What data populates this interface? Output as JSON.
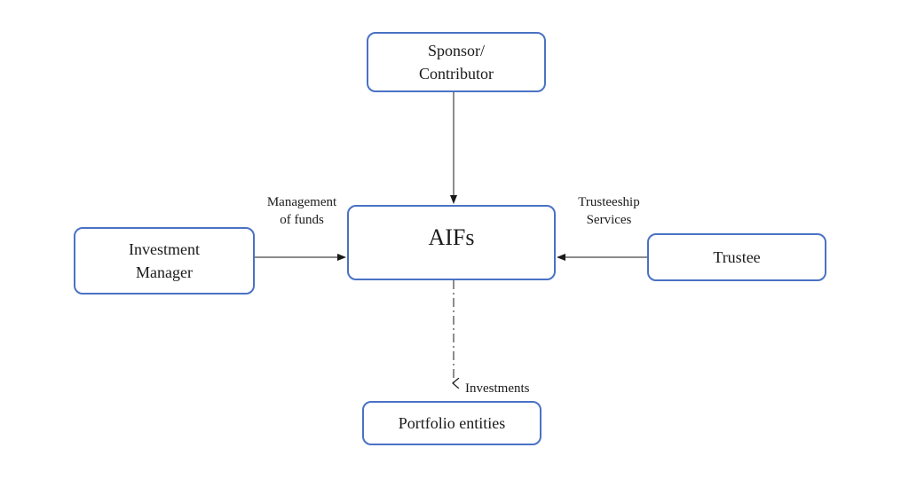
{
  "nodes": {
    "sponsor": "Sponsor/\nContributor",
    "aif": "AIFs",
    "investment_manager": "Investment\nManager",
    "trustee": "Trustee",
    "portfolio": "Portfolio entities"
  },
  "edges": {
    "management": "Management\nof funds",
    "trusteeship": "Trusteeship\nServices",
    "investments": "Investments"
  },
  "colors": {
    "box_border": "#4a72c4",
    "connector": "#1a1a1a"
  }
}
